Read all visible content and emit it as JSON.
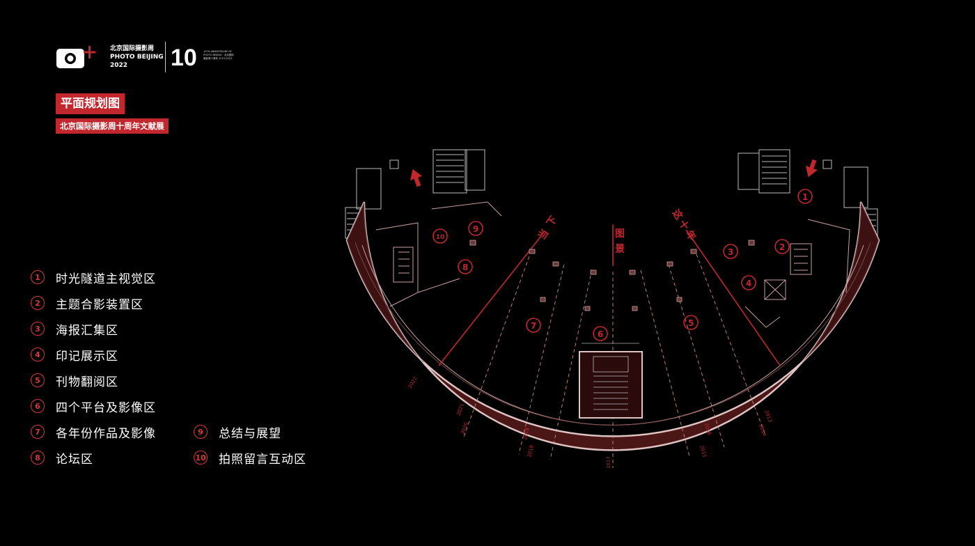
{
  "logo": {
    "name_cn": "北京国际摄影周",
    "name_en": "PHOTO BEIJING",
    "year": "2022",
    "anniversary_number": "10",
    "anniversary_text": "10TH ANNIVERSARY OF PHOTO BEIJING · 北京国际摄影周十周年 2013-2022"
  },
  "title": "平面规划图",
  "subtitle": "北京国际摄影周十周年文献展",
  "legend": [
    {
      "num": "1",
      "label": "时光隧道主视觉区"
    },
    {
      "num": "2",
      "label": "主题合影装置区"
    },
    {
      "num": "3",
      "label": "海报汇集区"
    },
    {
      "num": "4",
      "label": "印记展示区"
    },
    {
      "num": "5",
      "label": "刊物翻阅区"
    },
    {
      "num": "6",
      "label": "四个平台及影像区"
    },
    {
      "num": "7",
      "label": "各年份作品及影像"
    },
    {
      "num": "8",
      "label": "论坛区"
    },
    {
      "num": "9",
      "label": "总结与展望"
    },
    {
      "num": "10",
      "label": "拍照留言互动区"
    }
  ],
  "plan": {
    "section_labels": [
      "当",
      "下",
      "图",
      "景",
      "这",
      "十",
      "年"
    ],
    "zones": [
      "1",
      "2",
      "3",
      "4",
      "5",
      "6",
      "7",
      "8",
      "9",
      "10"
    ],
    "years": [
      "2013",
      "2014",
      "2015",
      "2016",
      "2017",
      "2018",
      "2019",
      "2020",
      "2021",
      "2022"
    ],
    "colors": {
      "accent": "#c1272d",
      "zone_fill": "#4a1616",
      "wall": "#d9b8b8"
    }
  }
}
